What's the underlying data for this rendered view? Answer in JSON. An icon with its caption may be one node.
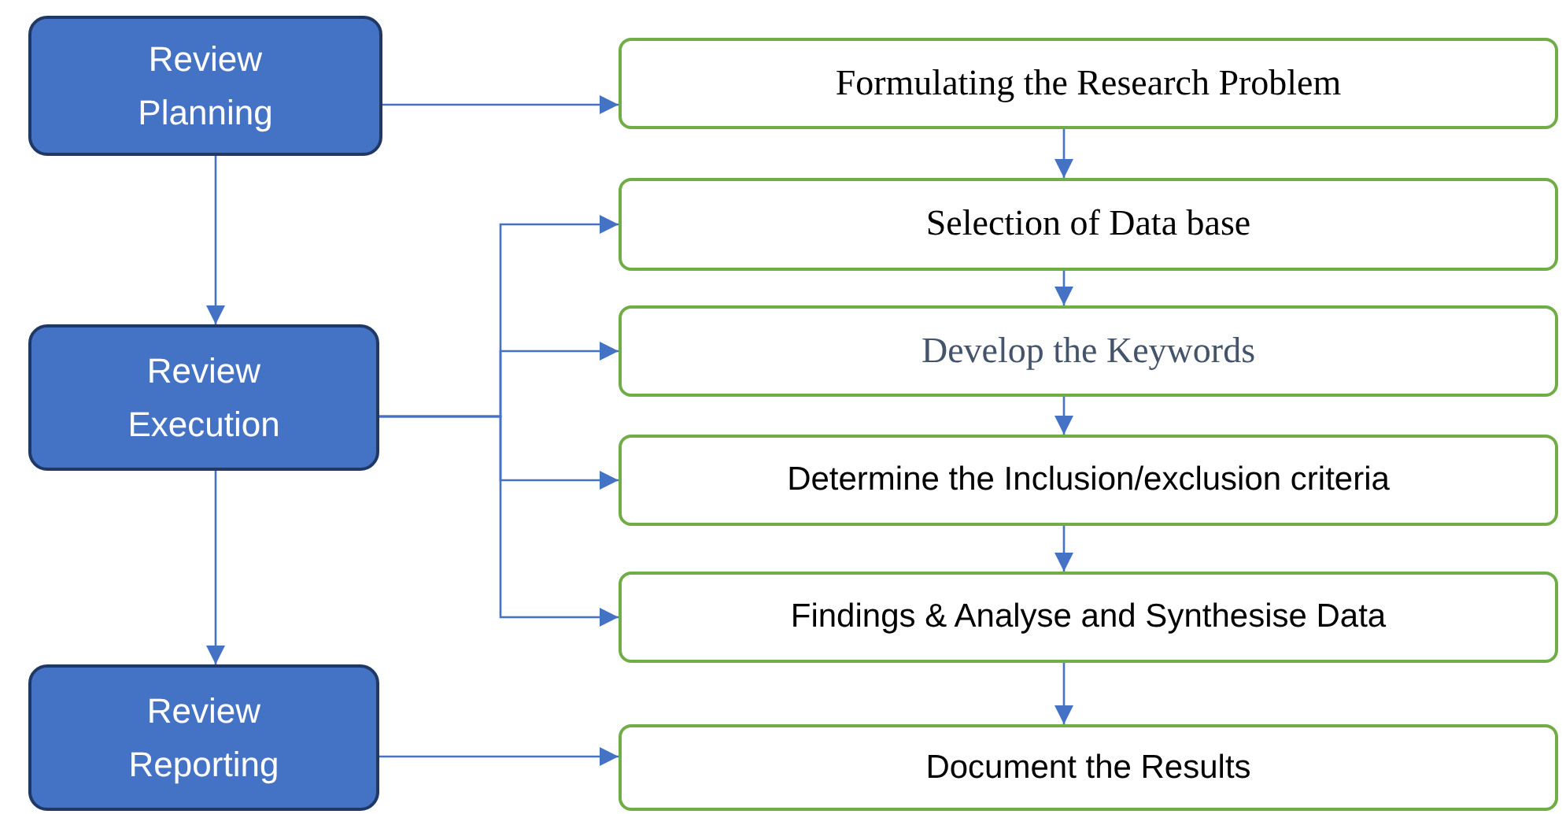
{
  "diagram": {
    "nodes": [
      {
        "text": [
          "Review Planning"
        ]
      },
      {
        "text": [
          "Review Execution"
        ]
      },
      {
        "text": [
          "Review Reporting"
        ]
      },
      {
        "text": [
          "Formulating the Research Problem"
        ]
      },
      {
        "text": [
          "Selection of Data base"
        ]
      },
      {
        "text": [
          "Develop the Keywords"
        ]
      },
      {
        "text": [
          "Determine the Inclusion/exclusion criteria"
        ]
      },
      {
        "text": [
          "Findings & Analyse and Synthesise Data"
        ]
      },
      {
        "text": [
          "Document the Results"
        ]
      }
    ],
    "edges": [
      {
        "from": 0,
        "to": 3,
        "arrow": "to"
      },
      {
        "from": 0,
        "to": 1,
        "arrow": "to"
      },
      {
        "from": 1,
        "to": 4,
        "arrow": "to"
      },
      {
        "from": 1,
        "to": 5,
        "arrow": "to"
      },
      {
        "from": 1,
        "to": 6,
        "arrow": "to"
      },
      {
        "from": 1,
        "to": 7,
        "arrow": "to"
      },
      {
        "from": 1,
        "to": 2,
        "arrow": "to"
      },
      {
        "from": 2,
        "to": 8,
        "arrow": "to"
      },
      {
        "from": 3,
        "to": 4,
        "arrow": "to"
      },
      {
        "from": 4,
        "to": 5,
        "arrow": "to"
      },
      {
        "from": 5,
        "to": 6,
        "arrow": "to"
      },
      {
        "from": 6,
        "to": 7,
        "arrow": "to"
      },
      {
        "from": 7,
        "to": 8,
        "arrow": "to"
      }
    ]
  }
}
